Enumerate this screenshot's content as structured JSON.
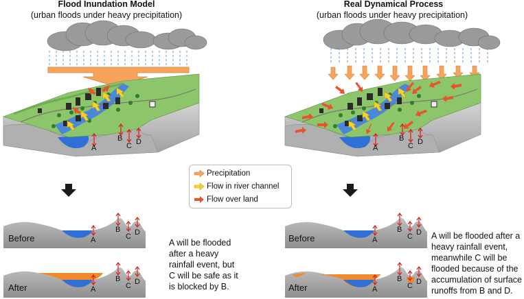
{
  "left_panel": {
    "title": "Flood Inundation Model",
    "subtitle": "(urban floods under heavy precipitation)"
  },
  "right_panel": {
    "title": "Real Dynamical Process",
    "subtitle": "(urban floods under heavy precipitation)"
  },
  "point_labels": [
    "A",
    "B",
    "C",
    "D"
  ],
  "legend": {
    "items": [
      {
        "label": "Precipitation",
        "color": "#f6a35b"
      },
      {
        "label": "Flow in river channel",
        "color": "#f5d32a"
      },
      {
        "label": "Flow over land",
        "color": "#e8532a"
      }
    ]
  },
  "profile_labels": {
    "before": "Before",
    "after": "After"
  },
  "left_description": "A will be flooded\nafter a heavy\nrainfall event, but\nC will be safe as it\nis blocked by B.",
  "right_description": "A will be flooded after a\nheavy rainfall event,\nmeanwhile C will be\nflooded because of the\naccumulation of surface\nrunoffs from B and D.",
  "colors": {
    "terrain_green": "#8cc56a",
    "terrain_side": "#c9c9c9",
    "water": "#2f6fd6",
    "flood": "#f08a2c",
    "cloud": "#9a9a9a",
    "rain": "#5b9bd5",
    "marker": "#d8231f"
  }
}
